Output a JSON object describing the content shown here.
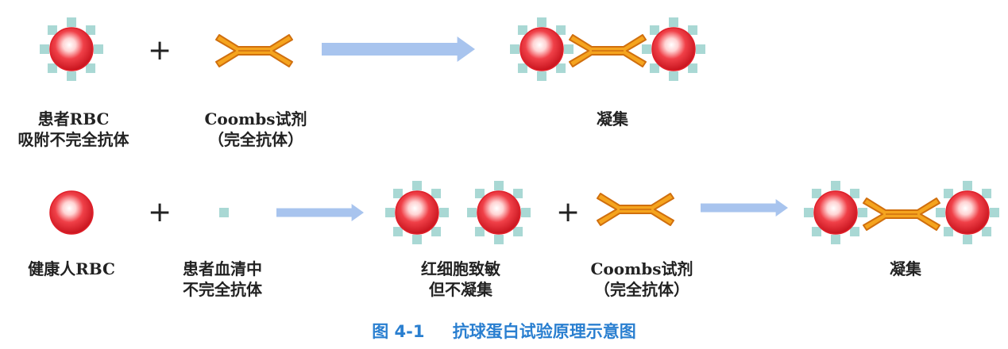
{
  "colors": {
    "rbc_core": "#e0202a",
    "rbc_highlight": "#ffffff",
    "receptor": "#a9d8d4",
    "antibody_fill": "#f5a41e",
    "antibody_stroke": "#d06f0e",
    "arrow": "#a8c4ee",
    "caption": "#2a7fd0"
  },
  "symbols": {
    "plus": "+"
  },
  "row1": {
    "patient_rbc": {
      "line1": "患者RBC",
      "line2": "吸附不完全抗体"
    },
    "coombs": {
      "line1": "Coombs试剂",
      "line2": "（完全抗体）"
    },
    "result": {
      "line1": "凝集"
    }
  },
  "row2": {
    "healthy_rbc": {
      "line1": "健康人RBC"
    },
    "serum": {
      "line1": "患者血清中",
      "line2": "不完全抗体"
    },
    "sensitized": {
      "line1": "红细胞致敏",
      "line2": "但不凝集"
    },
    "coombs": {
      "line1": "Coombs试剂",
      "line2": "（完全抗体）"
    },
    "result": {
      "line1": "凝集"
    }
  },
  "caption": {
    "number": "图 4-1",
    "title": "抗球蛋白试验原理示意图"
  }
}
